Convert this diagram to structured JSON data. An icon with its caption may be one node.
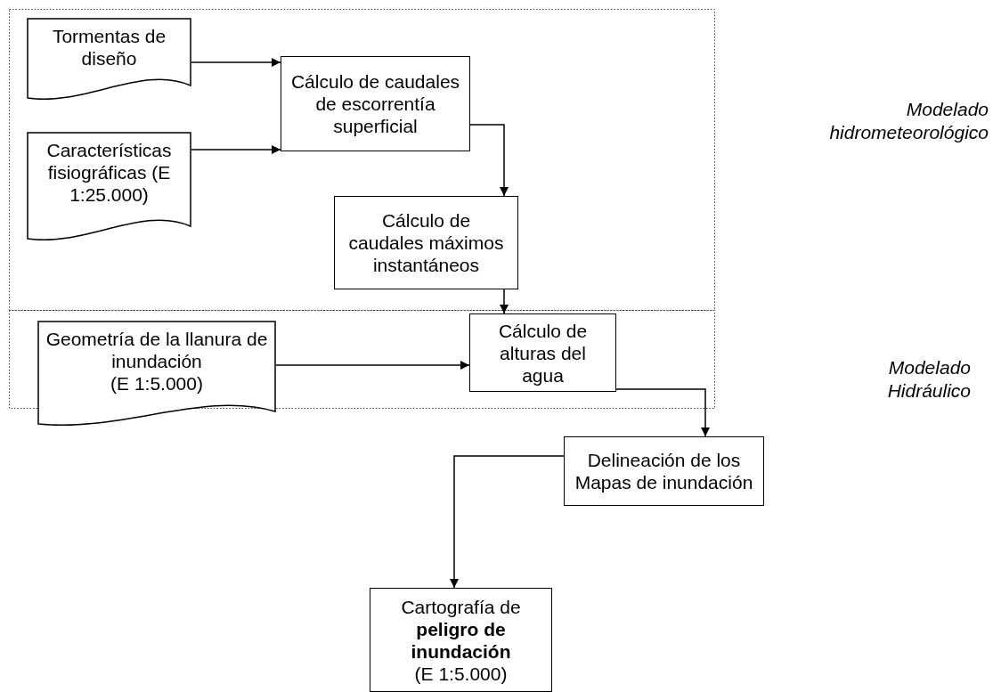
{
  "diagram": {
    "nodes": [
      {
        "text": [
          "Tormentas de diseño"
        ]
      },
      {
        "text": [
          "Características fisiográficas (E 1:25.000)"
        ]
      },
      {
        "text": [
          "Cálculo de caudales de escorrentía superficial"
        ]
      },
      {
        "text": [
          "Cálculo de caudales máximos instantáneos"
        ]
      },
      {
        "text": [
          "Geometría de la llanura de inundación",
          "(E 1:5.000)"
        ]
      },
      {
        "text": [
          "Cálculo de alturas del agua"
        ]
      },
      {
        "text": [
          "Delineación de los Mapas de inundación"
        ]
      },
      {
        "text": [
          "Cartografía de **peligro de inundación**",
          "(E 1:5.000)"
        ]
      }
    ],
    "edges": [
      {
        "from": 0,
        "to": 2,
        "arrow": "to"
      },
      {
        "from": 1,
        "to": 2,
        "arrow": "to"
      },
      {
        "from": 2,
        "to": 3,
        "arrow": "to"
      },
      {
        "from": 3,
        "to": 5,
        "arrow": "to"
      },
      {
        "from": 4,
        "to": 5,
        "arrow": "to"
      },
      {
        "from": 5,
        "to": 6,
        "arrow": "to"
      },
      {
        "from": 6,
        "to": 7,
        "arrow": "to"
      }
    ],
    "labels": [
      "Modelado hidrometeorológico",
      "Modelado Hidráulico"
    ]
  }
}
